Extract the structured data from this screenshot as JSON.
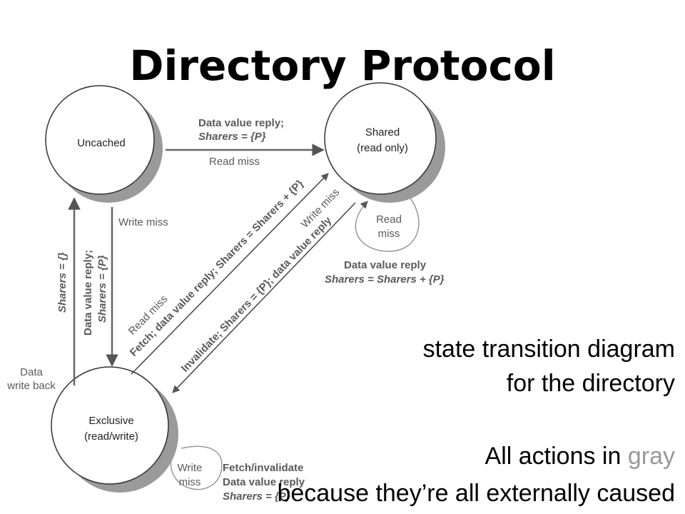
{
  "title": "Directory Protocol",
  "states": {
    "uncached": [
      "Uncached"
    ],
    "shared": [
      "Shared",
      "(read only)"
    ],
    "exclusive": [
      "Exclusive",
      "(read/write)"
    ]
  },
  "transitions": {
    "uncached_to_shared_top_1": "Data value reply;",
    "uncached_to_shared_top_2": "Sharers = {P}",
    "uncached_to_shared_bottom": "Read miss",
    "uncached_to_exclusive": "Write miss",
    "exclusive_to_uncached": "Sharers = {}",
    "exclusive_to_uncached_side_1": "Data",
    "exclusive_to_uncached_side_2": "write back",
    "uncached_exclusive_reply_1": "Data value reply;",
    "uncached_exclusive_reply_2": "Sharers = {P}",
    "exclusive_to_shared_1": "Read miss",
    "exclusive_to_shared_2": "Fetch; data value reply; Sharers = Sharers + {P}",
    "shared_to_exclusive_1": "Write miss",
    "shared_to_exclusive_2": "Invalidate; Sharers = {P}; data value reply",
    "shared_self_1": "Read",
    "shared_self_2": "miss",
    "shared_self_reply_1": "Data value reply",
    "shared_self_reply_2": "Sharers = Sharers + {P}",
    "exclusive_self_1": "Write",
    "exclusive_self_2": "miss",
    "exclusive_self_reply_1": "Fetch/invalidate",
    "exclusive_self_reply_2": "Data value reply",
    "exclusive_self_reply_3": "Sharers = {P}"
  },
  "captions": {
    "line1": "state transition diagram",
    "line2": "for the directory",
    "line3_prefix": "All actions in ",
    "line3_gray": "gray",
    "line4_prefix": "because ",
    "line4_rest": "they’re all externally caused"
  },
  "colors": {
    "arrow": "#666666",
    "gray_text": "#999999",
    "state_shadow": "#9a9a9a"
  }
}
